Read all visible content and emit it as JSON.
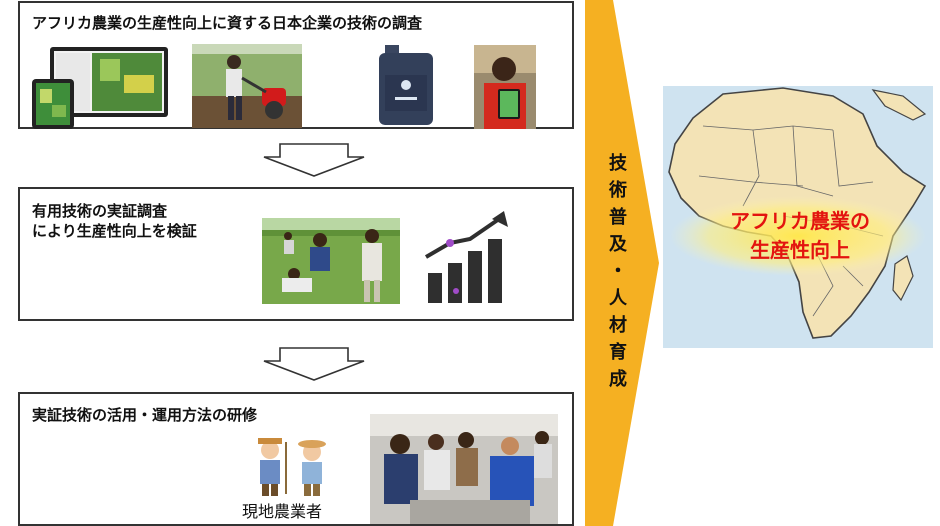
{
  "steps": [
    {
      "title": "アフリカ農業の生産性向上に資する日本企業の技術の調査"
    },
    {
      "title_line1": "有用技術の実証調査",
      "title_line2": "により生産性向上を検証"
    },
    {
      "title": "実証技術の活用・運用方法の研修",
      "farmers_label": "現地農業者"
    }
  ],
  "side_band": {
    "chars": [
      "技",
      "術",
      "普",
      "及",
      "・",
      "人",
      "材",
      "育",
      "成"
    ],
    "color": "#f5b022"
  },
  "map": {
    "line1": "アフリカ農業の",
    "line2": "生産性向上"
  },
  "icons": [
    "tablet-app-icon",
    "tiller-photo-icon",
    "fertilizer-tank-icon",
    "farmer-tablet-photo-icon",
    "growth-chart-icon",
    "farmers-illustration-icon",
    "field-survey-photo-icon",
    "training-photo-icon",
    "down-arrow-icon",
    "africa-map-icon"
  ]
}
